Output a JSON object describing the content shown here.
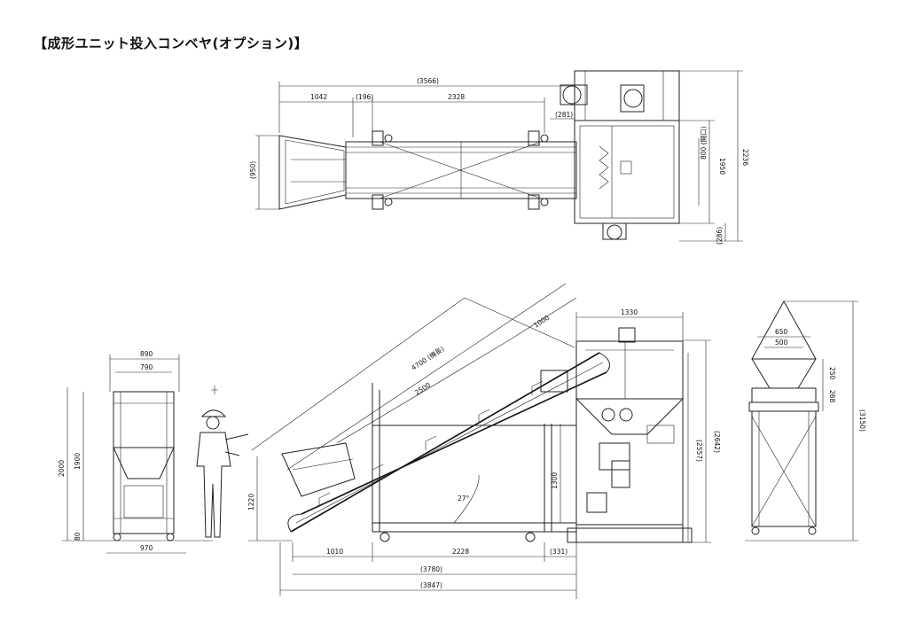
{
  "title": "【成形ユニット投入コンベヤ(オプション)】",
  "plan": {
    "overall": "(3566)",
    "left_len": "1042",
    "offset": "(196)",
    "span": "2328",
    "side_offset": "(281)",
    "width_left": "(950)",
    "height_right": "1950",
    "height_total": "2236",
    "opening": "800 (開口)",
    "bottom_offset": "(286)"
  },
  "front": {
    "hopper_outer": "890",
    "hopper_inner": "790",
    "height_2000": "2000",
    "height_1900": "1900",
    "height_80": "80",
    "base_970": "970",
    "belt_length": "4700 (機長)",
    "belt_2500": "2500",
    "belt_1000": "1000",
    "top_1330": "1330",
    "h_1220": "1220",
    "h_1300": "1300",
    "angle": "27°",
    "h_2557": "(2557)",
    "h_2642": "(2642)",
    "b_1010": "1010",
    "b_2228": "2228",
    "b_331": "(331)",
    "b_3780": "(3780)",
    "b_3847": "(3847)"
  },
  "side": {
    "w_650": "650",
    "w_500": "500",
    "h_250": "250",
    "h_268": "268",
    "h_3150": "(3150)"
  }
}
